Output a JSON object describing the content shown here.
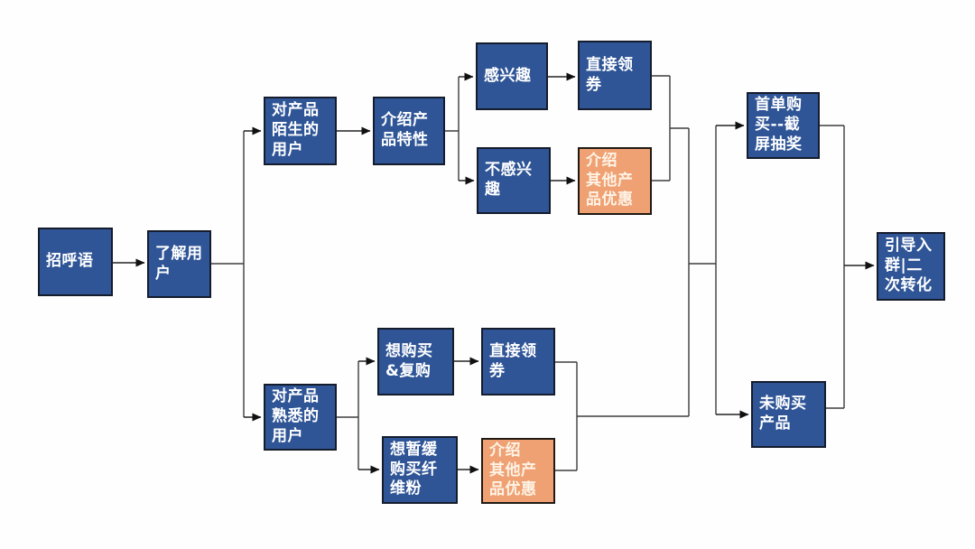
{
  "diagram": {
    "type": "flowchart",
    "language": "zh-CN",
    "colors": {
      "node_blue": "#2F5597",
      "node_orange": "#F0A173",
      "node_border": "#1A1A1A",
      "connector_line": "#3D3D3D",
      "text": "#FFFFFF",
      "background": "#FFFFFF"
    }
  },
  "nodes": [
    {
      "id": "greeting",
      "label": "招呼语",
      "color": "blue"
    },
    {
      "id": "know-user",
      "label": "了解用\n户",
      "color": "blue"
    },
    {
      "id": "unfamiliar",
      "label": "对产品\n陌生的\n用户",
      "color": "blue"
    },
    {
      "id": "intro-features",
      "label": "介绍产\n品特性",
      "color": "blue"
    },
    {
      "id": "interested",
      "label": "感兴趣",
      "color": "blue"
    },
    {
      "id": "coupon-top",
      "label": "直接领\n券",
      "color": "blue"
    },
    {
      "id": "not-interested",
      "label": "不感兴\n趣",
      "color": "blue"
    },
    {
      "id": "offers-top",
      "label": "介绍\n其他产\n品优惠",
      "color": "orange"
    },
    {
      "id": "first-order",
      "label": "首单购\n买--截\n屏抽奖",
      "color": "blue"
    },
    {
      "id": "not-purchased",
      "label": "未购买\n产品",
      "color": "blue"
    },
    {
      "id": "guide-group",
      "label": "引导入\n群|二\n次转化",
      "color": "blue"
    },
    {
      "id": "familiar",
      "label": "对产品\n熟悉的\n用户",
      "color": "blue"
    },
    {
      "id": "want-buy",
      "label": "想购买\n&复购",
      "color": "blue"
    },
    {
      "id": "coupon-bottom",
      "label": "直接领\n券",
      "color": "blue"
    },
    {
      "id": "postpone",
      "label": "想暂缓\n购买纤\n维粉",
      "color": "blue"
    },
    {
      "id": "offers-bottom",
      "label": "介绍\n其他产\n品优惠",
      "color": "orange"
    }
  ],
  "edges": [
    {
      "from": "greeting",
      "to": "know-user"
    },
    {
      "from": "know-user",
      "to": "unfamiliar"
    },
    {
      "from": "know-user",
      "to": "familiar"
    },
    {
      "from": "unfamiliar",
      "to": "intro-features"
    },
    {
      "from": "intro-features",
      "to": "interested"
    },
    {
      "from": "intro-features",
      "to": "not-interested"
    },
    {
      "from": "interested",
      "to": "coupon-top"
    },
    {
      "from": "not-interested",
      "to": "offers-top"
    },
    {
      "from": "coupon-top",
      "to": "first-order"
    },
    {
      "from": "coupon-top",
      "to": "not-purchased"
    },
    {
      "from": "offers-top",
      "to": "first-order"
    },
    {
      "from": "offers-top",
      "to": "not-purchased"
    },
    {
      "from": "familiar",
      "to": "want-buy"
    },
    {
      "from": "familiar",
      "to": "postpone"
    },
    {
      "from": "want-buy",
      "to": "coupon-bottom"
    },
    {
      "from": "postpone",
      "to": "offers-bottom"
    },
    {
      "from": "coupon-bottom",
      "to": "first-order"
    },
    {
      "from": "coupon-bottom",
      "to": "not-purchased"
    },
    {
      "from": "offers-bottom",
      "to": "first-order"
    },
    {
      "from": "offers-bottom",
      "to": "not-purchased"
    },
    {
      "from": "first-order",
      "to": "guide-group"
    },
    {
      "from": "not-purchased",
      "to": "guide-group"
    }
  ]
}
